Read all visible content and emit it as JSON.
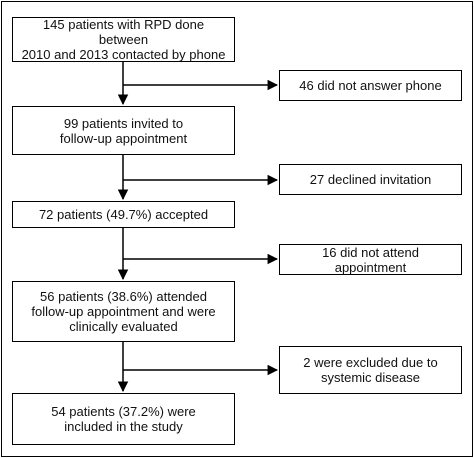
{
  "flow": {
    "main": [
      "145 patients with RPD done between\n2010 and 2013 contacted by phone",
      "99 patients invited to\nfollow-up appointment",
      "72 patients (49.7%) accepted",
      "56 patients (38.6%) attended\nfollow-up appointment and were\nclinically evaluated",
      "54 patients (37.2%) were\nincluded in the study"
    ],
    "side": [
      "46 did not answer phone",
      "27 declined invitation",
      "16 did not attend appointment",
      "2 were excluded due to\nsystemic disease"
    ]
  },
  "colors": {
    "line": "#000000",
    "text": "#111111",
    "background": "#ffffff"
  }
}
